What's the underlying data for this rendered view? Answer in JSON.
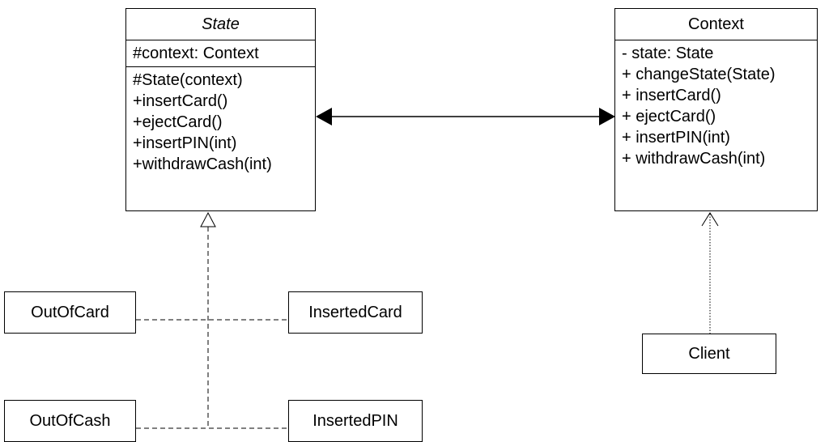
{
  "state_class": {
    "name": "State",
    "attributes": [
      "#context: Context"
    ],
    "methods": [
      "#State(context)",
      "+insertCard()",
      "+ejectCard()",
      "+insertPIN(int)",
      "+withdrawCash(int)"
    ]
  },
  "context_class": {
    "name": "Context",
    "members": [
      "- state: State",
      "+ changeState(State)",
      "+ insertCard()",
      "+ ejectCard()",
      "+ insertPIN(int)",
      "+ withdrawCash(int)"
    ]
  },
  "subclasses": {
    "out_of_card": "OutOfCard",
    "inserted_card": "InsertedCard",
    "out_of_cash": "OutOfCash",
    "inserted_pin": "InsertedPIN"
  },
  "client": {
    "name": "Client"
  },
  "relationships": {
    "state_context": "bidirectional association (filled arrowheads)",
    "subclasses_state": "realization (dashed line, hollow triangle)",
    "client_context": "dependency (dotted line, open arrowhead)"
  }
}
